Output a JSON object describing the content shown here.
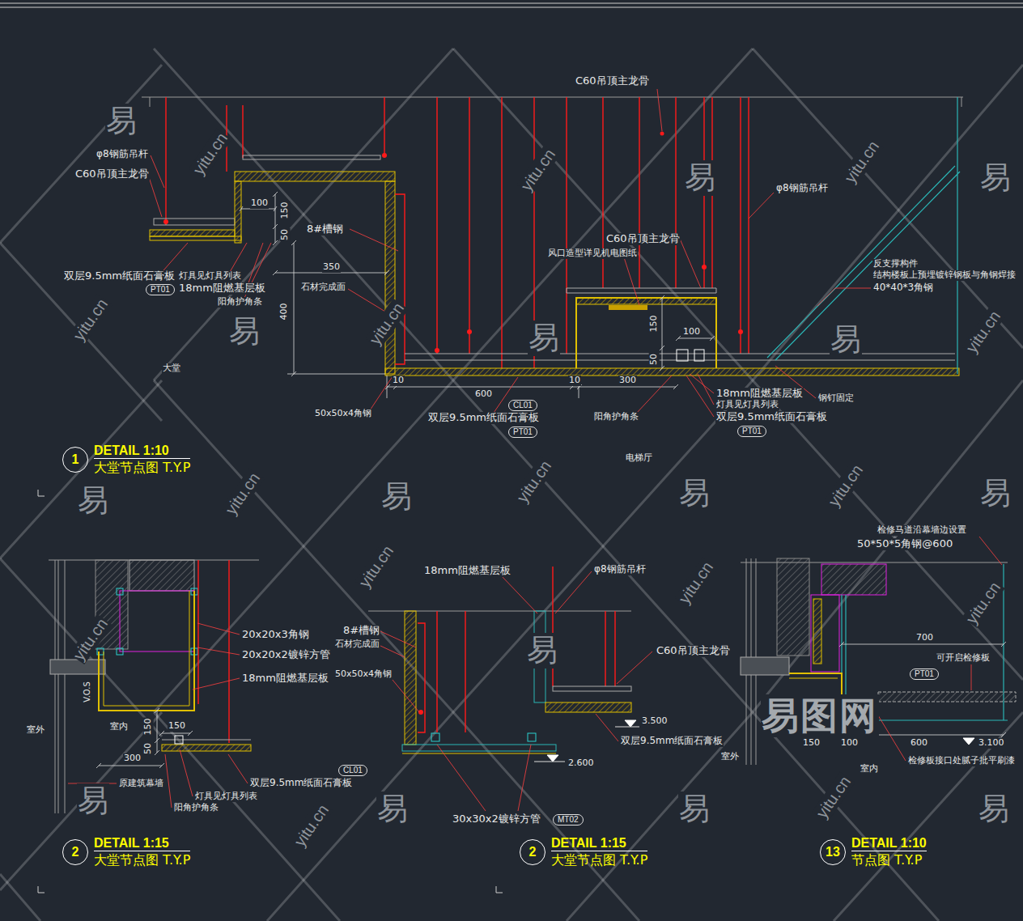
{
  "diagram": {
    "nodes": [
      {
        "text": [
          "PT01"
        ]
      },
      {
        "text": [
          "CL01"
        ]
      },
      {
        "text": [
          "PT01"
        ]
      },
      {
        "text": [
          "PT01"
        ]
      },
      {
        "text": [
          "1",
          "DETAIL 1:10",
          "大堂节点图 T.Y.P"
        ]
      },
      {
        "text": [
          "PT01"
        ]
      },
      {
        "text": [
          "CL01"
        ]
      },
      {
        "text": [
          "MT02"
        ]
      },
      {
        "text": [
          "2",
          "DETAIL 1:15",
          "大堂节点图 T.Y.P"
        ]
      },
      {
        "text": [
          "2",
          "DETAIL 1:15",
          "大堂节点图 T.Y.P"
        ]
      },
      {
        "text": [
          "13",
          "DETAIL 1:10",
          "节点图 T.Y.P"
        ]
      }
    ],
    "labels": [
      "C60吊顶主龙骨",
      "φ8钢筋吊杆",
      "C60吊顶主龙骨",
      "100",
      "150",
      "50",
      "8#槽钢",
      "350",
      "石材完成面",
      "400",
      "双层9.5mm纸面石膏板",
      "灯具见灯具列表",
      "18mm阻燃基层板",
      "阳角护角条",
      "大堂",
      "10",
      "600",
      "10",
      "300",
      "50x50x4角钢",
      "双层9.5mm纸面石膏板",
      "阳角护角条",
      "φ8钢筋吊杆",
      "C60吊顶主龙骨",
      "风口造型详见机电图纸",
      "反支撑构件",
      "结构楼板上预埋镀锌钢板与角钢焊接",
      "40*40*3角钢",
      "150",
      "100",
      "50",
      "18mm阻燃基层板",
      "灯具见灯具列表",
      "双层9.5mm纸面石膏板",
      "钢钉固定",
      "电梯厅",
      "20x20x3角钢",
      "20x20x2镀锌方管",
      "18mm阻燃基层板",
      "V.O.S",
      "室外",
      "室内",
      "150",
      "150",
      "50",
      "300",
      "原建筑幕墙",
      "双层9.5mm纸面石膏板",
      "灯具见灯具列表",
      "阳角护角条",
      "18mm阻燃基层板",
      "φ8钢筋吊杆",
      "8#槽钢",
      "石材完成面",
      "50x50x4角钢",
      "C60吊顶主龙骨",
      "3.500",
      "双层9.5mm纸面石膏板",
      "2.600",
      "30x30x2镀锌方管",
      "检修马道沿幕墙边设置",
      "50*50*5角钢@600",
      "700",
      "可开启检修板",
      "室外",
      "150",
      "100",
      "600",
      "3.100",
      "室内",
      "检修板接口处腻子批平刷漆",
      "易",
      "易",
      "易",
      "易",
      "易",
      "易",
      "易",
      "易",
      "易",
      "易",
      "易",
      "易",
      "易",
      "易",
      "易",
      "yitu.cn",
      "yitu.cn",
      "yitu.cn",
      "yitu.cn",
      "yitu.cn",
      "yitu.cn",
      "yitu.cn",
      "yitu.cn",
      "yitu.cn",
      "yitu.cn",
      "yitu.cn",
      "yitu.cn",
      "yitu.cn",
      "yitu.cn",
      "yitu.cn",
      "易图网"
    ]
  }
}
